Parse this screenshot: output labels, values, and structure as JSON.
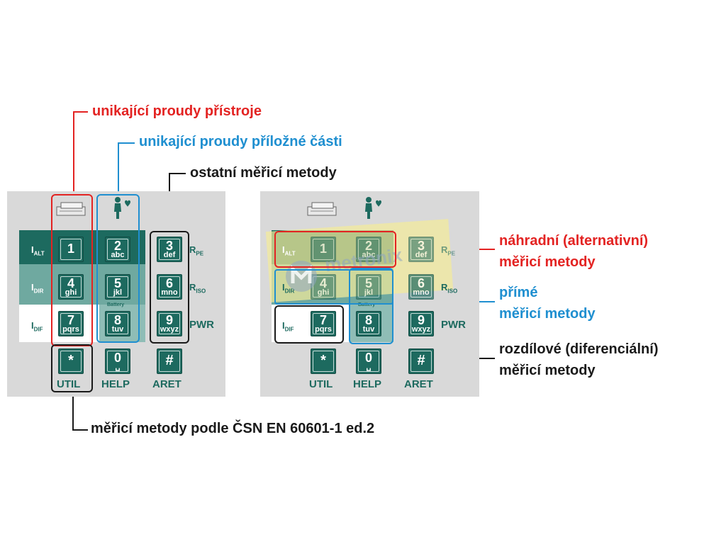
{
  "callouts": {
    "device_leakage": "unikající proudy přístroje",
    "applied_part_leakage": "unikající proudy příložné části",
    "other_methods": "ostatní měřicí metody",
    "standard_methods": "měřicí metody podle ČSN EN 60601-1 ed.2",
    "alternative_line1": "náhradní (alternativní)",
    "alternative_line2": "měřicí metody",
    "direct_line1": "přímé",
    "direct_line2": "měřicí metody",
    "differential_line1": "rozdílové (diferenciální)",
    "differential_line2": "měřicí metody"
  },
  "keypad": {
    "rows": [
      {
        "label_main": "I",
        "label_sub": "ALT"
      },
      {
        "label_main": "I",
        "label_sub": "DIR"
      },
      {
        "label_main": "I",
        "label_sub": "DIF"
      }
    ],
    "keys": [
      {
        "num": "1",
        "letters": ""
      },
      {
        "num": "2",
        "letters": "abc"
      },
      {
        "num": "3",
        "letters": "def"
      },
      {
        "num": "4",
        "letters": "ghi"
      },
      {
        "num": "5",
        "letters": "jkl"
      },
      {
        "num": "6",
        "letters": "mno"
      },
      {
        "num": "7",
        "letters": "pqrs"
      },
      {
        "num": "8",
        "letters": "tuv"
      },
      {
        "num": "9",
        "letters": "wxyz"
      },
      {
        "num": "*",
        "letters": ""
      },
      {
        "num": "0",
        "letters": "␣"
      },
      {
        "num": "#",
        "letters": ""
      }
    ],
    "side": [
      {
        "main": "R",
        "sub": "PE"
      },
      {
        "main": "R",
        "sub": "ISO"
      },
      {
        "main": "PWR",
        "sub": ""
      }
    ],
    "bottom": [
      "UTIL",
      "HELP",
      "ARET"
    ],
    "battery": "Battery"
  },
  "watermark": "metronix",
  "colors": {
    "red": "#e32322",
    "blue": "#1f8fd0",
    "key": "#1d6a5f",
    "highlight": "#f3ea9a"
  }
}
